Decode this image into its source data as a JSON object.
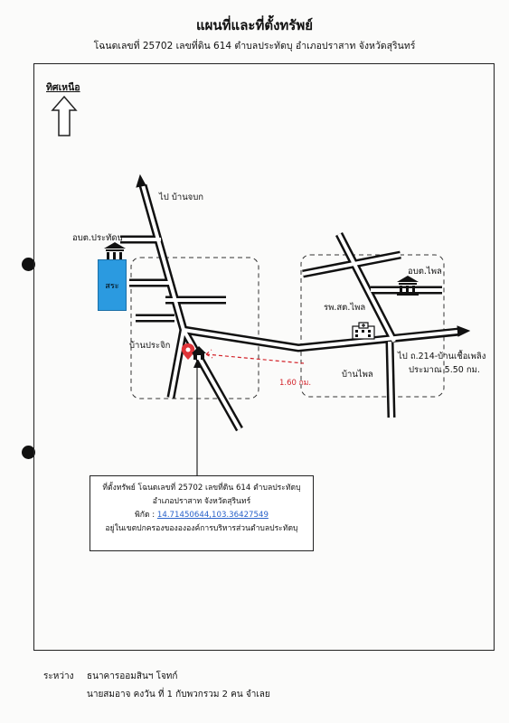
{
  "title": "แผนที่และที่ตั้งทรัพย์",
  "subtitle": "โฉนดเลขที่ 25702 เลขที่ดิน 614 ตำบลประทัดบุ อำเภอปราสาท จังหวัดสุรินทร์",
  "north_label": "ทิศเหนือ",
  "labels": {
    "to_ban_chob": "ไป บ้านจบก",
    "obt_pratatbu": "อบต.ประทัดบุ",
    "pond": "สระ",
    "ban_pratchik": "บ้านประจิก",
    "obt_phlai": "อบต.ไพล",
    "hospital": "รพ.สต.ไพล",
    "to_route_214": "ไป ถ.214-บ้านเชื้อเพลิง",
    "approx_distance": "ประมาณ 5.50 กม.",
    "ban_phlai": "บ้านไพล",
    "distance": "1.60 กม."
  },
  "info": {
    "line1": "ที่ตั้งทรัพย์ โฉนดเลขที่ 25702 เลขที่ดิน 614  ตำบลประทัดบุ",
    "line2": "อำเภอปราสาท จังหวัดสุรินทร์",
    "coord_label": "พิกัด :",
    "coord_value": "14.71450644,103.36427549",
    "line4": "อยู่ในเขตปกครองของององค์การบริหารส่วนตำบลประทัดบุ"
  },
  "footer": {
    "between_label": "ระหว่าง",
    "bank": "ธนาคารออมสินฯ โจทก์",
    "defendant": "นายสมอาจ คงวัน ที่ 1 กับพวกรวม 2 คน  จำเลย"
  },
  "colors": {
    "road": "#111111",
    "pond": "#2b9ae0",
    "distance": "#d3232a",
    "pin": "#e0353a",
    "coord": "#2a62c9"
  },
  "icons": [
    "north-arrow-icon",
    "government-building-icon",
    "hospital-icon",
    "location-pin-icon",
    "house-icon"
  ]
}
